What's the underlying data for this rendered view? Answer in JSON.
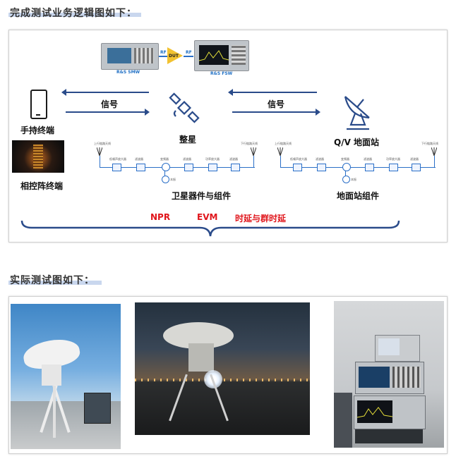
{
  "section1": {
    "heading": "完成测试业务逻辑图如下："
  },
  "diagram": {
    "top_instruments": {
      "left_name": "R&S SMW",
      "right_name": "R&S FSW",
      "dut": "DUT",
      "rf_left": "RF",
      "rf_right": "RF"
    },
    "left_arrow_label": "信号",
    "right_arrow_label": "信号",
    "handheld_label": "手持终端",
    "phased_label": "相控阵终端",
    "satellite_label": "整星",
    "ground_label": "Q/V 地面站",
    "satellite_chain_label": "卫星器件与组件",
    "ground_chain_label": "地面站组件",
    "metrics": [
      "NPR",
      "EVM",
      "时延与群时延"
    ],
    "chain_antenna_left": "上行链路天线",
    "chain_antenna_right": "下行链路天线",
    "chain_blocks": [
      "低噪声放大器",
      "滤波器",
      "变频器",
      "滤波器",
      "功率放大器",
      "滤波器"
    ],
    "chain_lo": "本振",
    "colors": {
      "accent": "#2b6fc7",
      "metric": "#e0151b",
      "bracket": "#2a4b8a"
    }
  },
  "section2": {
    "heading": "实际测试图如下："
  },
  "photos": [
    "rooftop-antenna-day",
    "rooftop-antenna-night",
    "instrument-rack"
  ]
}
